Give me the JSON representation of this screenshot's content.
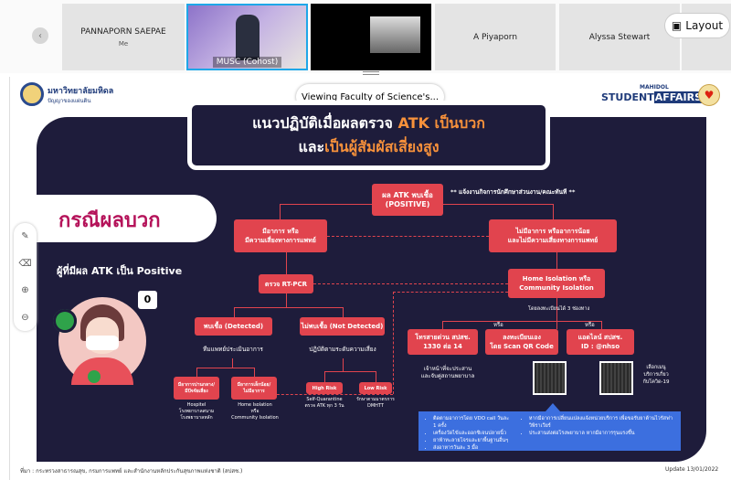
{
  "participants": [
    {
      "name": "PANNAPORN SAEPAE",
      "sub": "Me"
    },
    {
      "name": "MUSC",
      "sub": "(Cohost)"
    },
    {
      "name": "",
      "sub": ""
    },
    {
      "name": "A Piyaporn",
      "sub": ""
    },
    {
      "name": "Alyssa Stewart",
      "sub": ""
    }
  ],
  "layout_label": "Layout",
  "viewing_label": "Viewing Faculty of Science's...",
  "logos": {
    "left": "มหาวิทยาลัยมหิดล",
    "left_sub": "ปัญญาของแผ่นดิน",
    "right_top": "MAHIDOL",
    "right_a": "STUDENT",
    "right_b": "AFFAIRS"
  },
  "slide": {
    "title1a": "แนวปฏิบัติเมื่อผลตรวจ ",
    "title1b": "ATK เป็นบวก",
    "title2a": "และ",
    "title2b": "เป็นผู้สัมผัสเสี่ยงสูง",
    "case": "กรณีผลบวก",
    "who": "ผู้ที่มีผล ATK เป็น Positive",
    "badge": "0",
    "positive1": "ผล ATK พบเชื้อ",
    "positive2": "(POSITIVE)",
    "note": "** แจ้งงานกิจการนักศึกษาส่วนงาน/คณะทันที **",
    "sym1": "มีอาการ หรือ",
    "sym2": "มีความเสี่ยงทางการแพทย์",
    "nosym1": "ไม่มีอาการ หรืออาการน้อย",
    "nosym2": "และไม่มีความเสี่ยงทางการแพทย์",
    "rtpcr": "ตรวจ RT-PCR",
    "hi1": "Home Isolation หรือ",
    "hi2": "Community Isolation",
    "channels_note": "โดยลงทะเบียนได้ 3 ช่องทาง",
    "or": "หรือ",
    "detected": "พบเชื้อ (Detected)",
    "not_detected": "ไม่พบเชื้อ (Not Detected)",
    "doctor": "ทีมแพทย์ประเมินอาการ",
    "follow": "ปฏิบัติตามระดับความเสี่ยง",
    "mod1": "มีอาการปานกลาง/",
    "mod2": "มีปัจจัยเสี่ยง",
    "mild1": "มีอาการเล็กน้อย/",
    "mild2": "ไม่มีอาการ",
    "high": "High Risk",
    "low": "Low Risk",
    "hosp1": "Hospitel",
    "hosp2": "โรงพยาบาลสนาม",
    "hosp3": "โรงพยาบาลหลัก",
    "homei1": "Home Isolation",
    "homei2": "หรือ",
    "homei3": "Community Isolation",
    "sq1": "Self-Quarantine",
    "sq2": "ตรวจ ATK ทุก 3 วัน",
    "lr1": "รักษาตามมาตรการ",
    "lr2": "DMHTT",
    "call1": "โทรสายด่วน สปสช.",
    "call2": "1330 ต่อ 14",
    "reg1": "ลงทะเบียนเอง",
    "reg2": "โดย Scan QR Code",
    "line1": "แอดไลน์ สปสช.",
    "line2": "ID : @nhso",
    "staff1": "เจ้าหน้าที่จะประสาน",
    "staff2": "และจับคู่สถานพยาบาล",
    "menu1": "เลือกเมนู",
    "menu2": "บริการเกี่ยว",
    "menu3": "กับโควิด-19",
    "bullets_left": [
      "ติดตามอาการโดย VDO call วันละ 1 ครั้ง",
      "เครื่องวัดไข้และออกซิเจนปลายนิ้ว",
      "ยาฟ้าทะลายโจรและยาพื้นฐานอื่นๆ",
      "ส่งอาหารวันละ 3 มื้อ"
    ],
    "bullets_right": [
      "หากมีอาการเปลี่ยนแปลงแจ้งหน่วยบริการ เพื่อขอรับยาต้านไวรัสฟาวิพิราเวียร์",
      "ประสานส่งต่อโรงพยาบาล หากมีอาการรุนแรงขึ้น"
    ],
    "source": "ที่มา : กระทรวงสาธารณสุข, กรมการแพทย์ และสำนักงานหลักประกันสุขภาพแห่งชาติ (สปสช.)",
    "update": "Update 13/01/2022"
  },
  "colors": {
    "navy": "#1e1c3b",
    "red": "#e1444e",
    "orange": "#f7913b",
    "blue": "#3c6fdf",
    "magenta": "#b5135a"
  }
}
